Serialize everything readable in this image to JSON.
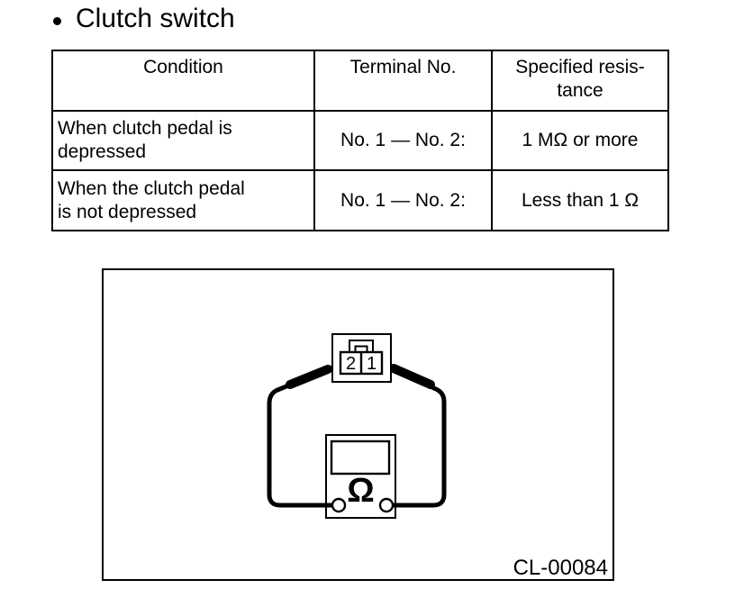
{
  "title": {
    "bullet": "•",
    "text": "Clutch switch"
  },
  "table": {
    "headers": [
      "Condition",
      "Terminal No.",
      "Specified resis-\ntance"
    ],
    "rows": [
      {
        "condition": "When clutch pedal is\ndepressed",
        "terminal": "No. 1 — No. 2:",
        "resistance": "1 MΩ or more"
      },
      {
        "condition": "When the clutch pedal\nis not depressed",
        "terminal": "No. 1 — No. 2:",
        "resistance": "Less than 1 Ω"
      }
    ]
  },
  "figure": {
    "connector_terminals": [
      "2",
      "1"
    ],
    "meter_symbol": "Ω",
    "figure_id": "CL-00084"
  },
  "colors": {
    "ink": "#000000",
    "paper": "#ffffff"
  }
}
